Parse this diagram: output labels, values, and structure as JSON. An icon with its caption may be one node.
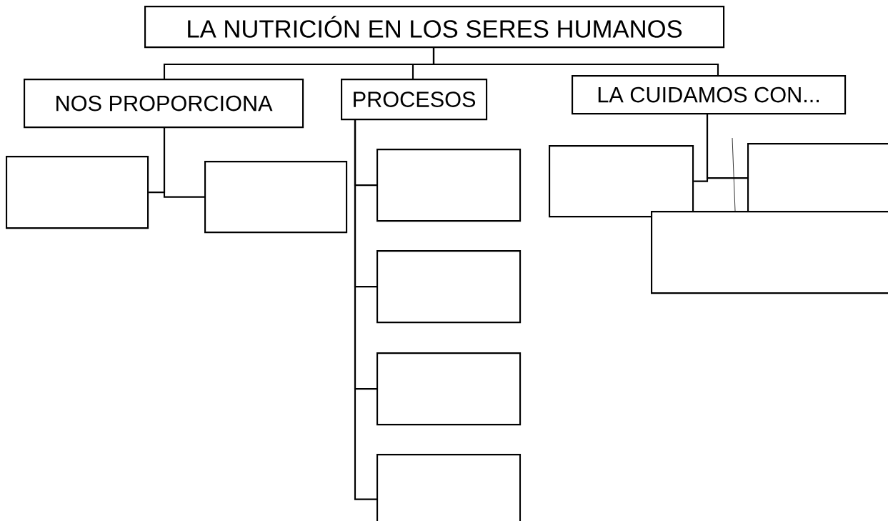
{
  "diagram": {
    "nodes": [
      {
        "text": [
          "LA NUTRICIÓN EN LOS SERES HUMANOS"
        ]
      },
      {
        "text": [
          "NOS PROPORCIONA"
        ]
      },
      {
        "text": [
          "PROCESOS"
        ]
      },
      {
        "text": [
          "LA CUIDAMOS CON..."
        ]
      },
      {
        "text": [],
        "shape": "box"
      },
      {
        "text": [],
        "shape": "box"
      },
      {
        "text": [],
        "shape": "box"
      },
      {
        "text": [],
        "shape": "box"
      },
      {
        "text": [],
        "shape": "box"
      },
      {
        "text": [],
        "shape": "box"
      },
      {
        "text": [],
        "shape": "box"
      },
      {
        "text": [],
        "shape": "box"
      },
      {
        "text": [],
        "shape": "box"
      }
    ],
    "edges": [
      {
        "from": 0,
        "to": 1,
        "arrow": "none"
      },
      {
        "from": 0,
        "to": 2,
        "arrow": "none"
      },
      {
        "from": 0,
        "to": 3,
        "arrow": "none"
      },
      {
        "from": 1,
        "to": 4,
        "arrow": "none"
      },
      {
        "from": 1,
        "to": 5,
        "arrow": "none"
      },
      {
        "from": 2,
        "to": 6,
        "arrow": "none"
      },
      {
        "from": 2,
        "to": 7,
        "arrow": "none"
      },
      {
        "from": 2,
        "to": 8,
        "arrow": "none"
      },
      {
        "from": 2,
        "to": 9,
        "arrow": "none"
      },
      {
        "from": 3,
        "to": 10,
        "arrow": "none"
      },
      {
        "from": 3,
        "to": 11,
        "arrow": "none"
      }
    ]
  }
}
